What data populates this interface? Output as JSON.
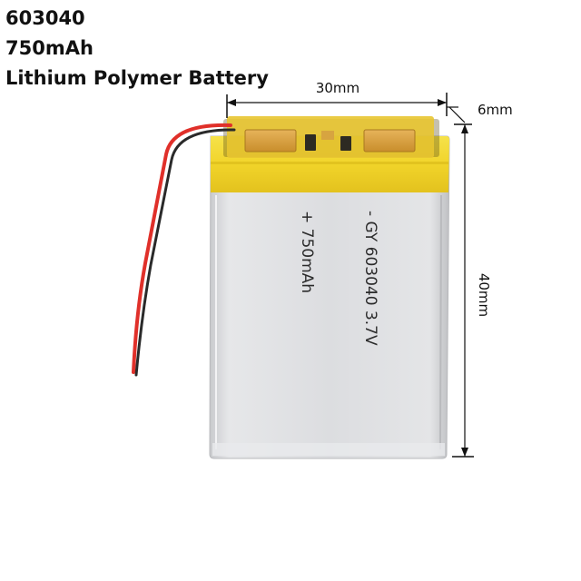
{
  "product": {
    "model": "603040",
    "capacity": "750mAh",
    "type": "Lithium Polymer Battery"
  },
  "dimensions": {
    "width": "30mm",
    "thickness": "6mm",
    "height": "40mm"
  },
  "battery_label": {
    "line1": "- GY 603040 3.7V",
    "line2": "+ 750mAh"
  },
  "colors": {
    "tape_yellow": "#f1d42a",
    "pouch_silver": "#d9dadc",
    "wire_red": "#e0302a",
    "wire_black": "#2a2a2a",
    "dimension_line": "#111111"
  }
}
